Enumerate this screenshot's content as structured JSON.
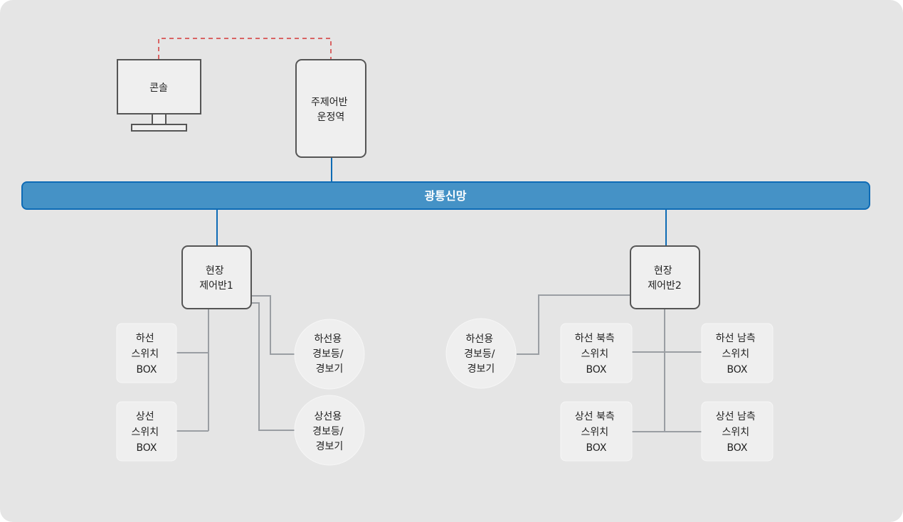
{
  "colors": {
    "background": "#e5e5e5",
    "node_fill": "#efefef",
    "node_stroke": "#555555",
    "bus_fill": "#4592c6",
    "bus_stroke": "#0e6bb5",
    "link_blue": "#0e6bb5",
    "link_gray": "#9a9ea3",
    "link_dashed": "#d96464"
  },
  "nodes": {
    "console": {
      "label": [
        "콘솔"
      ]
    },
    "main_panel": {
      "label": [
        "주제어반",
        "운정역"
      ]
    },
    "bus": {
      "label": "광통신망"
    },
    "field_panel_1": {
      "label": [
        "현장",
        "제어반1"
      ]
    },
    "field_panel_2": {
      "label": [
        "현장",
        "제어반2"
      ]
    },
    "p1_down_switch": {
      "label": [
        "하선",
        "스위치",
        "BOX"
      ]
    },
    "p1_up_switch": {
      "label": [
        "상선",
        "스위치",
        "BOX"
      ]
    },
    "p1_down_alarm": {
      "label": [
        "하선용",
        "경보등/",
        "경보기"
      ]
    },
    "p1_up_alarm": {
      "label": [
        "상선용",
        "경보등/",
        "경보기"
      ]
    },
    "p2_down_alarm": {
      "label": [
        "하선용",
        "경보등/",
        "경보기"
      ]
    },
    "p2_down_north": {
      "label": [
        "하선 북측",
        "스위치",
        "BOX"
      ]
    },
    "p2_down_south": {
      "label": [
        "하선 남측",
        "스위치",
        "BOX"
      ]
    },
    "p2_up_north": {
      "label": [
        "상선 북측",
        "스위치",
        "BOX"
      ]
    },
    "p2_up_south": {
      "label": [
        "상선 남측",
        "스위치",
        "BOX"
      ]
    }
  }
}
